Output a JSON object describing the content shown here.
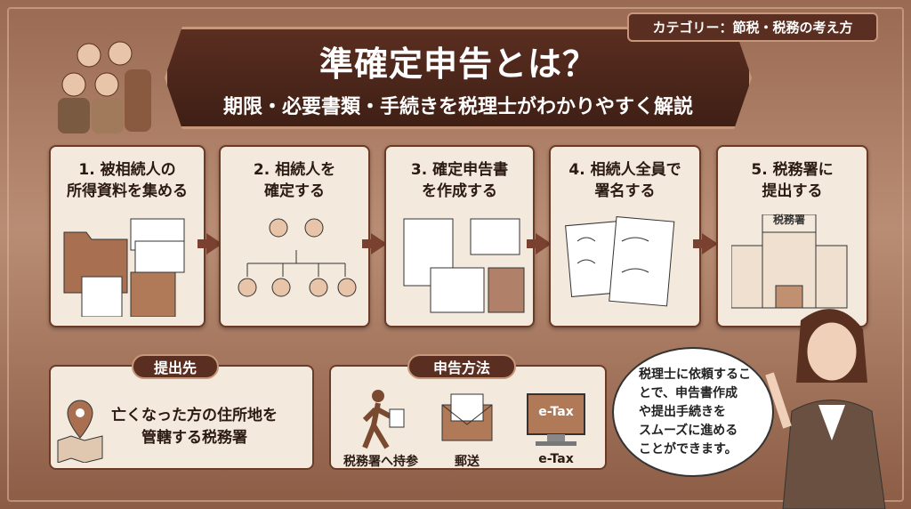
{
  "header": {
    "title": "準確定申告とは？",
    "subtitle": "期限・必要書類・手続きを税理士がわかりやすく解説",
    "category": "カテゴリー：節税・税務の考え方"
  },
  "steps": [
    {
      "label": "1. 被相続人の\n所得資料を集める"
    },
    {
      "label": "2. 相続人を\n確定する"
    },
    {
      "label": "3. 確定申告書\nを作成する"
    },
    {
      "label": "4. 相続人全員で\n署名する"
    },
    {
      "label": "5. 税務署に\n提出する",
      "building_sign": "税務署"
    }
  ],
  "submit_to": {
    "heading": "提出先",
    "text": "亡くなった方の住所地を\n管轄する税務署"
  },
  "methods": {
    "heading": "申告方法",
    "items": [
      {
        "label": "税務署へ持参",
        "icon": "walking-person-icon"
      },
      {
        "label": "郵送",
        "icon": "envelope-icon"
      },
      {
        "label": "e-Tax",
        "icon": "computer-icon",
        "screen_text": "e-Tax"
      }
    ]
  },
  "speech": {
    "text": "税理士に依頼するこ\nとで、申告書作成\nや提出手続きを\nスムーズに進める\nことができます。"
  },
  "colors": {
    "dark_brown": "#5a2e20",
    "card": "#f4e9dd",
    "accent": "#c8977a"
  }
}
